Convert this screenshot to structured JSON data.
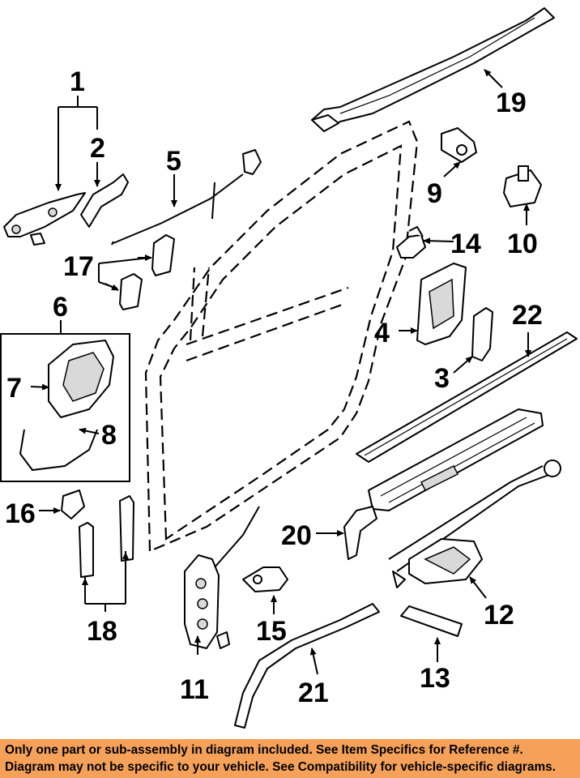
{
  "callouts": {
    "c1": "1",
    "c2": "2",
    "c3": "3",
    "c4": "4",
    "c5": "5",
    "c6": "6",
    "c7": "7",
    "c8": "8",
    "c9": "9",
    "c10": "10",
    "c11": "11",
    "c12": "12",
    "c13": "13",
    "c14": "14",
    "c15": "15",
    "c16": "16",
    "c17": "17",
    "c18": "18",
    "c19": "19",
    "c20": "20",
    "c21": "21",
    "c22": "22"
  },
  "footer": {
    "line1": "Only one part or sub-assembly in diagram included. See Item Specifics for Reference #.",
    "line2": "Diagram may not be specific to your vehicle. See Compatibility for vehicle-specific diagrams."
  },
  "colors": {
    "footer_background": "#f5a15a",
    "line_art": "#000000"
  }
}
